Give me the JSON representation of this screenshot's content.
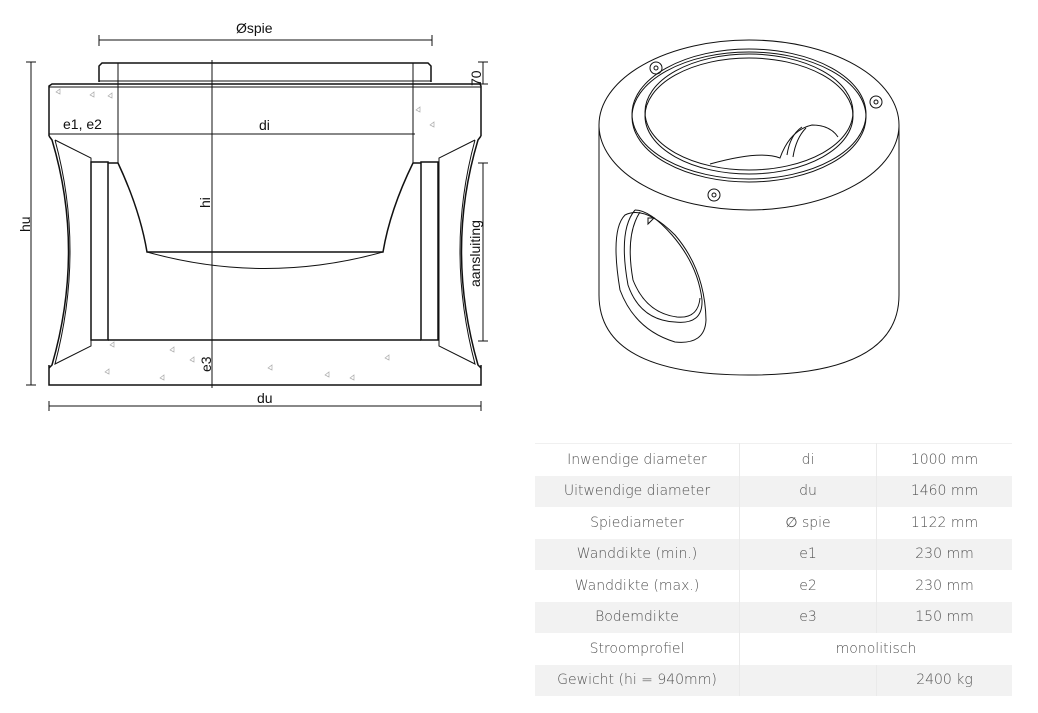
{
  "drawing": {
    "labels": {
      "spie": "Øspie",
      "seventy": "70",
      "e1e2": "e1, e2",
      "di": "di",
      "hi": "hi",
      "hu": "hu",
      "aansluiting": "aansluiting",
      "e3": "e3",
      "du": "du"
    }
  },
  "specs": {
    "rows": [
      {
        "label": "Inwendige diameter",
        "symbol": "di",
        "value": "1000 mm"
      },
      {
        "label": "Uitwendige diameter",
        "symbol": "du",
        "value": "1460 mm"
      },
      {
        "label": "Spiediameter",
        "symbol": "∅ spie",
        "value": "1122 mm"
      },
      {
        "label": "Wanddikte (min.)",
        "symbol": "e1",
        "value": "230 mm"
      },
      {
        "label": "Wanddikte (max.)",
        "symbol": "e2",
        "value": "230 mm"
      },
      {
        "label": "Bodemdikte",
        "symbol": "e3",
        "value": "150 mm"
      },
      {
        "label": "Stroomprofiel",
        "merged": "monolitisch"
      },
      {
        "label": "Gewicht (hi = 940mm)",
        "symbol": "",
        "value": "2400 kg"
      }
    ]
  }
}
